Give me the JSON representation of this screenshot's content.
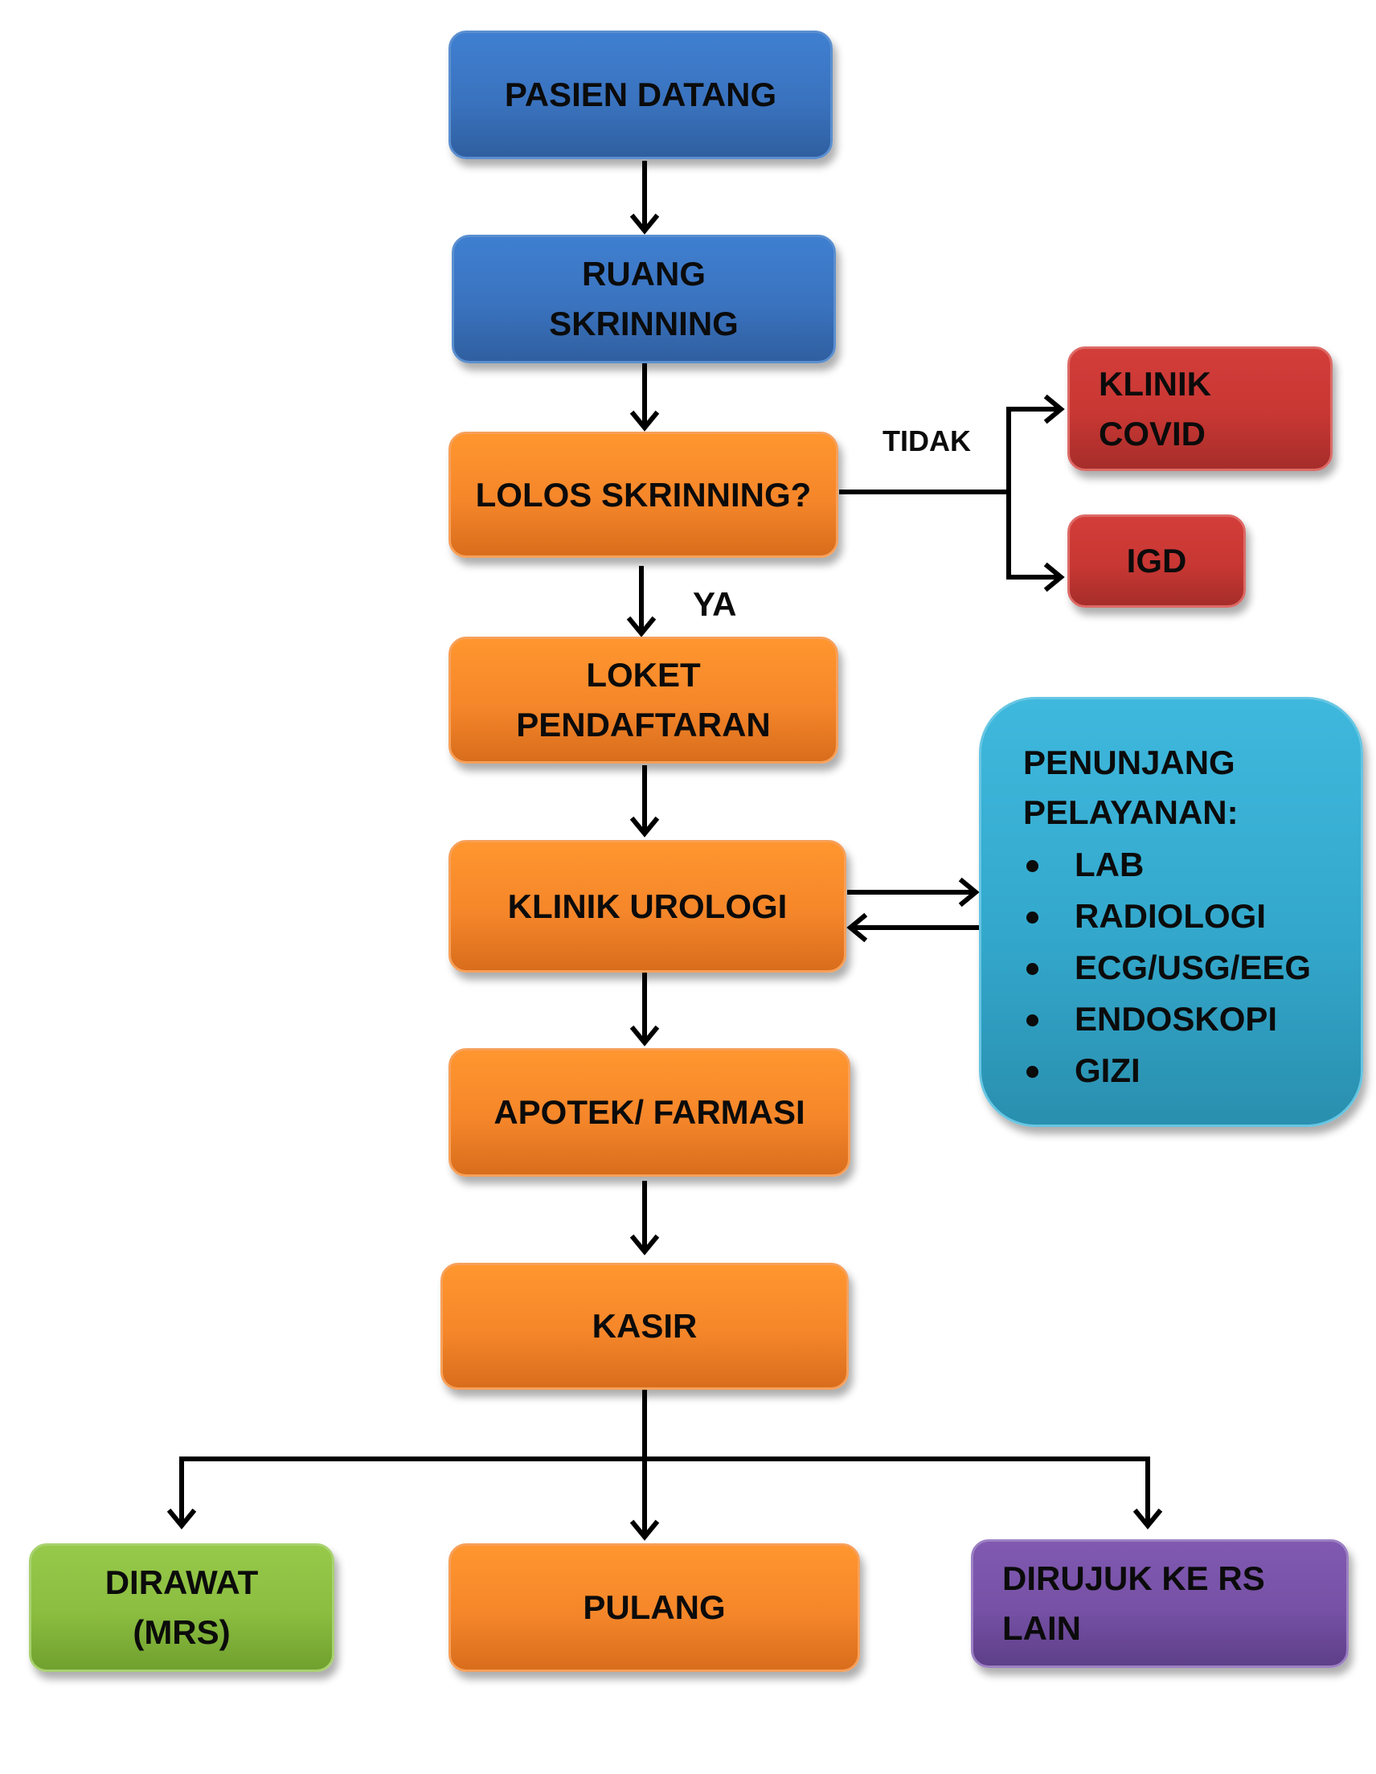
{
  "nodes": {
    "pasien_datang": "PASIEN DATANG",
    "ruang_skrinning": "RUANG\nSKRINNING",
    "lolos_skrinning": "LOLOS SKRINNING?",
    "klinik_covid": "KLINIK\nCOVID",
    "igd": "IGD",
    "loket_pendaftaran": "LOKET\nPENDAFTARAN",
    "klinik_urologi": "KLINIK UROLOGI",
    "apotek_farmasi": "APOTEK/ FARMASI",
    "kasir": "KASIR",
    "dirawat": "DIRAWAT\n(MRS)",
    "pulang": "PULANG",
    "dirujuk": "DIRUJUK KE RS\nLAIN"
  },
  "penunjang": {
    "title": "PENUNJANG\nPELAYANAN:",
    "items": [
      "LAB",
      "RADIOLOGI",
      "ECG/USG/EEG",
      "ENDOSKOPI",
      "GIZI"
    ]
  },
  "edge_labels": {
    "tidak": "TIDAK",
    "ya": "YA"
  },
  "colors": {
    "blue": "#3a73bf",
    "orange": "#f5862a",
    "red": "#c83733",
    "cyan": "#33a8cc",
    "green": "#8bbd40",
    "purple": "#7651a6"
  }
}
